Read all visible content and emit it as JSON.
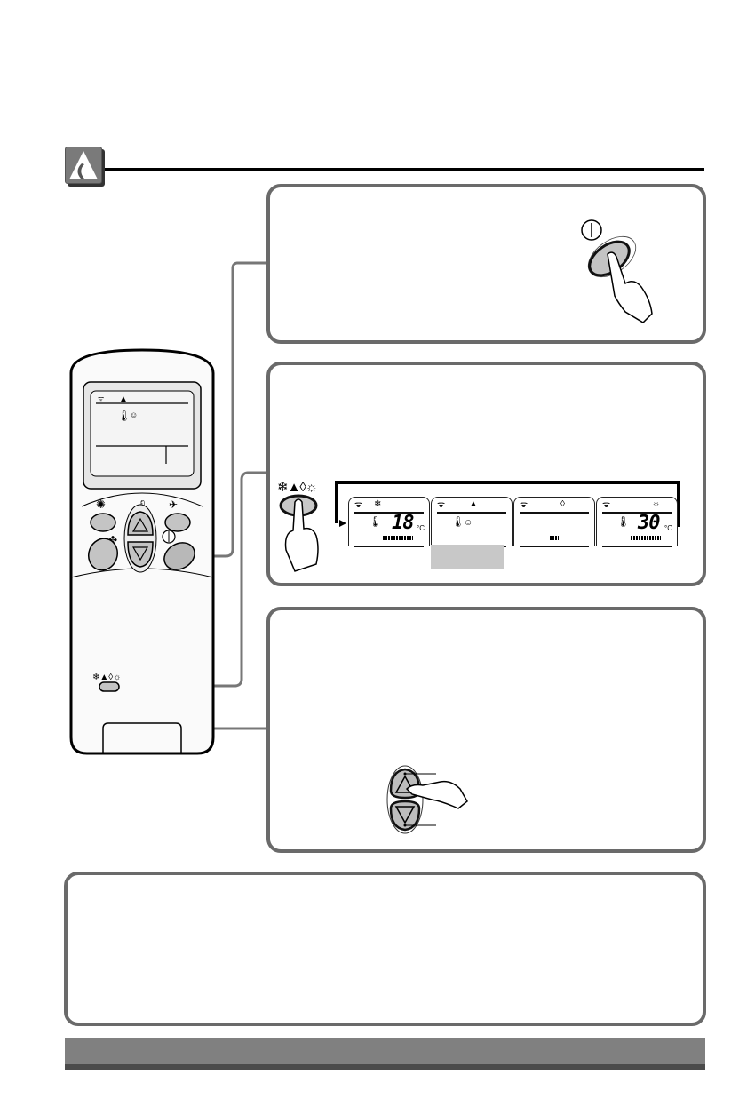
{
  "page": {
    "type": "remote-control manual page (text removed)",
    "header": {
      "icon": "auto-mode-icon"
    },
    "panels": [
      {
        "id": "power",
        "icon": "power-button-icon"
      },
      {
        "id": "mode",
        "icon": "mode-select-button-icon",
        "mode_symbols": [
          "cool-icon",
          "auto-icon",
          "dry-icon",
          "heat-icon"
        ]
      },
      {
        "id": "temperature",
        "icon": "temp-up-down-button-icon"
      },
      {
        "id": "note"
      }
    ]
  },
  "lcd_sequence": [
    {
      "mode": "cool",
      "mode_glyph": "❄",
      "temp": "18",
      "unit": "°C",
      "fan_bar": "full"
    },
    {
      "mode": "auto",
      "mode_glyph": "▲",
      "temp": "",
      "unit": "",
      "fan_bar": "none"
    },
    {
      "mode": "dry",
      "mode_glyph": "💧",
      "temp": "",
      "unit": "",
      "fan_bar": "low"
    },
    {
      "mode": "heat",
      "mode_glyph": "☼",
      "temp": "30",
      "unit": "°C",
      "fan_bar": "full"
    }
  ],
  "remote": {
    "display_mode_glyph": "▲",
    "mode_symbols_row": "❄▲◊☼",
    "power_symbol": "⏽",
    "up_symbol": "△",
    "down_symbol": "▽"
  },
  "colors": {
    "panel_border": "#6a6a6a",
    "badge": "#7a7a7a",
    "footer": "#808080",
    "footer_dark": "#4b4b4b",
    "caption_box": "#c8c8c8"
  }
}
